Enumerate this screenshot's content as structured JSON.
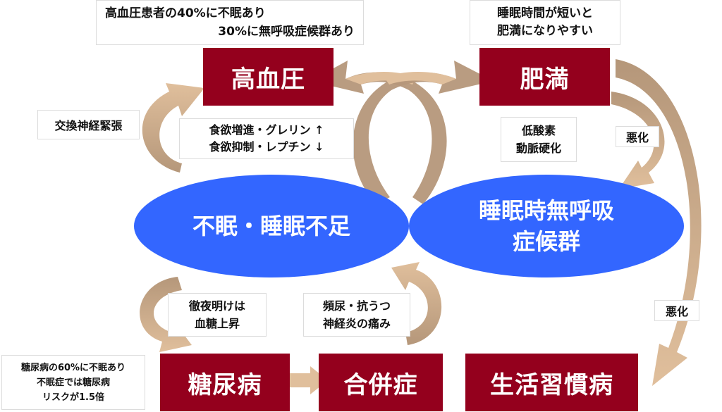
{
  "colors": {
    "box": "#94001d",
    "ellipse": "#3366ff",
    "arrow_dark": "#b5977a",
    "arrow_light": "#e0bf9c"
  },
  "boxes": {
    "hypertension": "高血圧",
    "obesity": "肥満",
    "diabetes": "糖尿病",
    "complications": "合併症",
    "lifestyle_disease": "生活習慣病"
  },
  "ellipses": {
    "insomnia": [
      "不眠・睡眠不足"
    ],
    "apnea": [
      "睡眠時無呼吸",
      "症候群"
    ]
  },
  "notes": {
    "hypertension_stats": [
      "高血圧患者の40%に不眠あり",
      "30%に無呼吸症候群あり"
    ],
    "obesity_sleep": [
      "睡眠時間が短いと",
      "肥満になりやすい"
    ],
    "sympathetic": [
      "交換神経緊張"
    ],
    "appetite": [
      "食欲増進・グレリン ↑",
      "食欲抑制・レプチン ↓"
    ],
    "hypoxia": [
      "低酸素",
      "動脈硬化"
    ],
    "worsen_1": [
      "悪化"
    ],
    "worsen_2": [
      "悪化"
    ],
    "all_nighter": [
      "徹夜明けは",
      "血糖上昇"
    ],
    "frequent_urination": [
      "頻尿・抗うつ",
      "神経炎の痛み"
    ],
    "diabetes_stats": [
      "糖尿病の60%に不眠あり",
      "不眠症では糖尿病",
      "リスクが1.5倍"
    ]
  },
  "arrows": [
    {
      "from": "insomnia",
      "to": "hypertension",
      "label": "sympathetic"
    },
    {
      "from": "insomnia",
      "to": "obesity",
      "label": "appetite"
    },
    {
      "from": "apnea",
      "to": "hypertension",
      "label": "hypoxia"
    },
    {
      "from": "obesity",
      "to": "apnea",
      "label": "worsen_1"
    },
    {
      "from": "obesity",
      "to": "lifestyle_disease",
      "label": "worsen_2"
    },
    {
      "from": "insomnia",
      "to": "diabetes",
      "label": "all_nighter"
    },
    {
      "from": "complications",
      "to": "insomnia",
      "label": "frequent_urination"
    },
    {
      "from": "diabetes",
      "to": "complications",
      "label": ""
    }
  ]
}
